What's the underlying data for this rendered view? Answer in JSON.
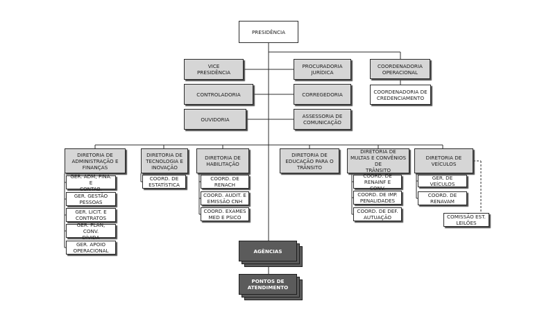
{
  "presidencia": "PRESIDÊNCIA",
  "staff": {
    "vice": "VICE\nPRESIDÊNCIA",
    "controladoria": "CONTROLADORIA",
    "ouvidoria": "OUVIDORIA",
    "procuradoria": "PROCURADORIA\nJURÍDICA",
    "corregedoria": "CORREGEDORIA",
    "assessoria": "ASSESSORIA DE\nCOMUNICAÇÃO"
  },
  "coordenadoria_operacional": "COORDENADORIA\nOPERACIONAL",
  "coordenadoria_credenciamento": "COORDENADORIA DE\nCREDENCIAMENTO",
  "diretorias": [
    {
      "title": "DIRETORIA DE\nADMINISTRAÇÃO E\nFINANÇAS",
      "children": [
        "GER. ADM, FINA. E\nCONTAB.",
        "GER. GESTÃO\nPESSOAS",
        "GER. LICIT. E\nCONTRATOS",
        "GER. PLAN, CONV.\nDÍVIDA",
        "GER. APOIO\nOPERACIONAL"
      ]
    },
    {
      "title": "DIRETORIA DE\nTECNOLOGIA E\nINOVAÇÃO",
      "children": [
        "COORD. DE\nESTATÍSTICA"
      ]
    },
    {
      "title": "DIRETORIA DE\nHABILITAÇÃO",
      "children": [
        "COORD. DE\nRENACH",
        "COORD. AUDIT. E\nEMISSÃO CNH",
        "COORD. EXAMES\nMED E PSICO"
      ]
    },
    {
      "title": "DIRETORIA DE\nEDUCAÇÃO PARA O\nTRÂNSITO",
      "children": []
    },
    {
      "title": "DIRETORIA DE\nMULTAS E CONVÊNIOS DE\nTRÂNSITO",
      "children": [
        "COORD. DE\nRENAINF E CONV.",
        "COORD. DE IMP.\nPENALIDADES",
        "COORD. DE DEF.\nAUTUAÇÃO"
      ]
    },
    {
      "title": "DIRETORIA DE\nVEÍCULOS",
      "children": [
        "GER. DE VEÍCULOS",
        "COORD. DE\nRENAVAM"
      ]
    }
  ],
  "comissao": "COMISSÃO EST.\nLEILÕES",
  "agencias": "AGÊNCIAS",
  "pontos": "PONTOS DE\nATENDIMENTO"
}
